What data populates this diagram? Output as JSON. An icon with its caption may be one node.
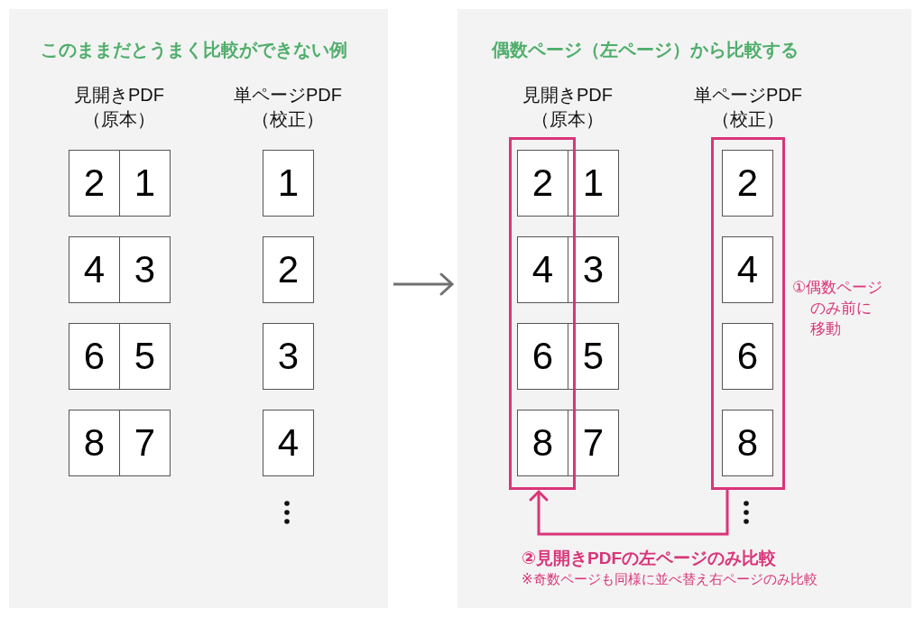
{
  "diagram": {
    "nodes": [
      {
        "text": [
          "このままだとうまく比較ができない例"
        ]
      },
      {
        "text": [
          "2"
        ],
        "in": 0
      },
      {
        "text": [
          "1"
        ],
        "in": 0
      },
      {
        "text": [
          "1"
        ],
        "in": 0
      },
      {
        "text": [
          "4"
        ],
        "in": 0
      },
      {
        "text": [
          "3"
        ],
        "in": 0
      },
      {
        "text": [
          "2"
        ],
        "in": 0
      },
      {
        "text": [
          "6"
        ],
        "in": 0
      },
      {
        "text": [
          "5"
        ],
        "in": 0
      },
      {
        "text": [
          "3"
        ],
        "in": 0
      },
      {
        "text": [
          "8"
        ],
        "in": 0
      },
      {
        "text": [
          "7"
        ],
        "in": 0
      },
      {
        "text": [
          "4"
        ],
        "in": 0
      },
      {
        "text": [
          "偶数ページ（左ページ）から比較する"
        ]
      },
      {
        "text": [],
        "shape": "box",
        "in": 13
      },
      {
        "text": [],
        "shape": "box",
        "in": 13
      },
      {
        "text": [
          "2"
        ],
        "in": 14
      },
      {
        "text": [
          "1"
        ],
        "in": 13
      },
      {
        "text": [
          "2"
        ],
        "in": 15
      },
      {
        "text": [
          "4"
        ],
        "in": 14
      },
      {
        "text": [
          "3"
        ],
        "in": 13
      },
      {
        "text": [
          "4"
        ],
        "in": 15
      },
      {
        "text": [
          "6"
        ],
        "in": 14
      },
      {
        "text": [
          "5"
        ],
        "in": 13
      },
      {
        "text": [
          "6"
        ],
        "in": 15
      },
      {
        "text": [
          "8"
        ],
        "in": 14
      },
      {
        "text": [
          "7"
        ],
        "in": 13
      },
      {
        "text": [
          "8"
        ],
        "in": 15
      }
    ],
    "edges": [
      {
        "from": 0,
        "to": 13,
        "arrow": "to",
        "color": "#707070"
      },
      {
        "from": 15,
        "to": 14,
        "arrow": "to",
        "color": "#d9357a"
      }
    ],
    "labels": [
      "見開きPDF（原本）",
      "単ページPDF（校正）",
      "見開きPDF（原本）",
      "単ページPDF（校正）",
      "①偶数ページのみ前に移動",
      "②見開きPDFの左ページのみ比較",
      "※奇数ページも同様に並べ替え右ページのみ比較"
    ]
  }
}
